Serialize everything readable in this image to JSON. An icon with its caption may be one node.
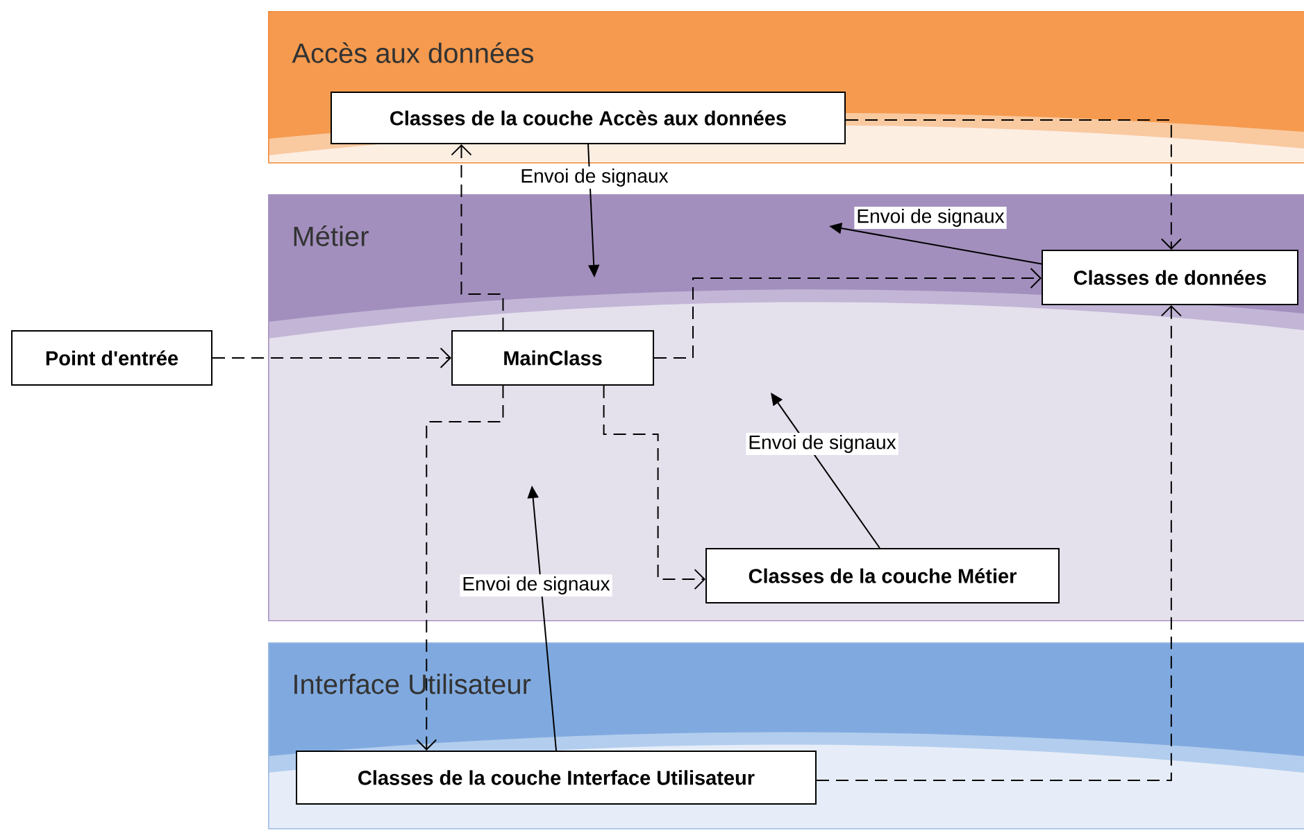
{
  "diagram": {
    "nodes": [
      {
        "text": [
          "Accès aux données"
        ]
      },
      {
        "text": [
          "Métier"
        ]
      },
      {
        "text": [
          "Interface Utilisateur"
        ]
      },
      {
        "text": [
          "Classes de la couche Accès aux données"
        ],
        "in": 0
      },
      {
        "text": [
          "Classes de données"
        ],
        "in": 1
      },
      {
        "text": [
          "Point d'entrée"
        ]
      },
      {
        "text": [
          "MainClass"
        ],
        "in": 1
      },
      {
        "text": [
          "Classes de la couche Métier"
        ],
        "in": 1
      },
      {
        "text": [
          "Classes de la couche Interface Utilisateur"
        ],
        "in": 2
      }
    ],
    "edges": [
      {
        "from": 5,
        "to": 6,
        "arrow": "to",
        "style": "dashed"
      },
      {
        "from": 6,
        "to": 3,
        "arrow": "to",
        "style": "dashed"
      },
      {
        "from": 6,
        "to": 4,
        "arrow": "to",
        "style": "dashed"
      },
      {
        "from": 6,
        "to": 7,
        "arrow": "to",
        "style": "dashed"
      },
      {
        "from": 6,
        "to": 8,
        "arrow": "to",
        "style": "dashed"
      },
      {
        "from": 3,
        "to": 4,
        "arrow": "to",
        "style": "dashed"
      },
      {
        "from": 8,
        "to": 4,
        "arrow": "to",
        "style": "dashed"
      },
      {
        "from": 3,
        "to": null,
        "arrow": "to",
        "label": "Envoi de signaux"
      },
      {
        "from": 4,
        "to": null,
        "arrow": "to",
        "label": "Envoi de signaux"
      },
      {
        "from": 7,
        "to": null,
        "arrow": "to",
        "label": "Envoi de signaux"
      },
      {
        "from": 8,
        "to": null,
        "arrow": "to",
        "label": "Envoi de signaux"
      }
    ]
  }
}
